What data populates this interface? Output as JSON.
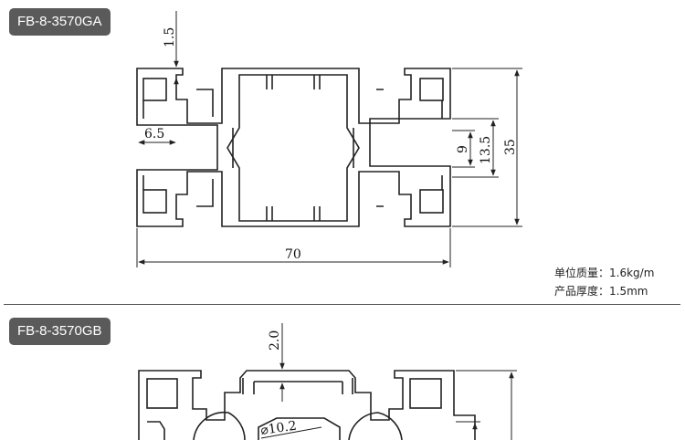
{
  "profile_a": {
    "code": "FB-8-3570GA",
    "dimensions": {
      "wall": "1.5",
      "slot_inner": "6.5",
      "slot_width": "9",
      "slot_outer": "13.5",
      "height": "35",
      "width": "70"
    },
    "specs": {
      "unit_weight": "单位质量：1.6kg/m",
      "wall_thickness": "产品厚度：1.5mm"
    }
  },
  "profile_b": {
    "code": "FB-8-3570GB",
    "dimensions": {
      "wall": "2.0",
      "hole_diameter": "⌀10.2"
    }
  },
  "colors": {
    "line": "#222222",
    "badge_bg": "#5a5a5a",
    "badge_text": "#ffffff"
  }
}
